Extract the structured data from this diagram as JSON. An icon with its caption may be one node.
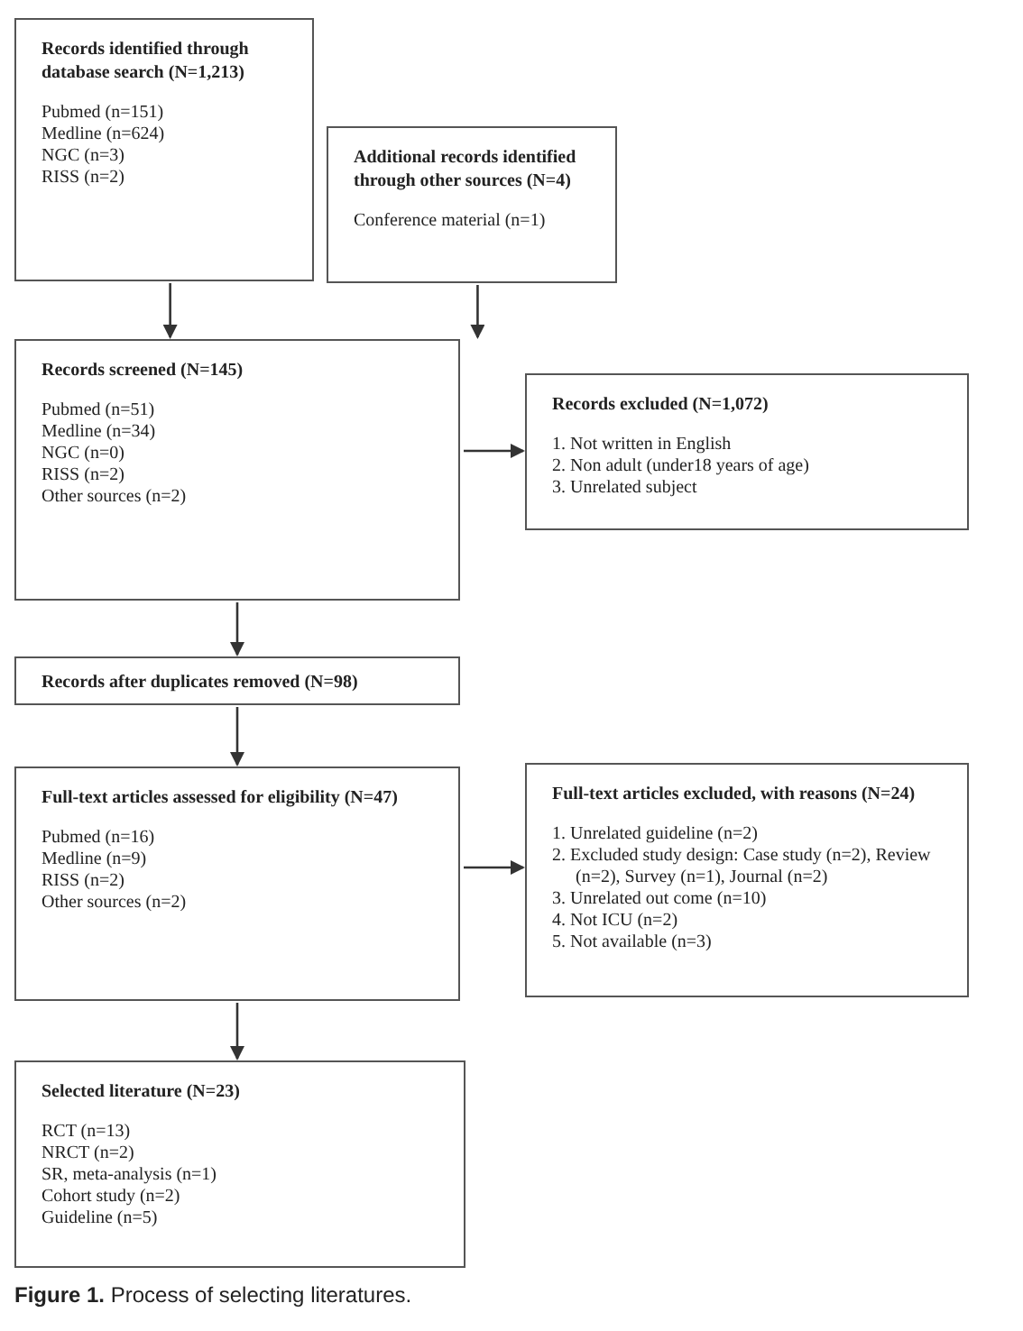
{
  "diagram": {
    "caption": "**Figure 1.** Process of selecting literatures.",
    "nodes": [
      {
        "text": [
          "Records identified through database search (N=1,213)",
          "Pubmed (n=151)",
          "Medline (n=624)",
          "NGC (n=3)",
          "RISS (n=2)"
        ]
      },
      {
        "text": [
          "Additional records identified through other sources (N=4)",
          "Conference material (n=1)"
        ]
      },
      {
        "text": [
          "Records screened (N=145)",
          "Pubmed (n=51)",
          "Medline (n=34)",
          "NGC (n=0)",
          "RISS (n=2)",
          "Other sources (n=2)"
        ]
      },
      {
        "text": [
          "Records excluded (N=1,072)",
          "1. Not written in English",
          "2. Non adult (under18 years of age)",
          "3. Unrelated subject"
        ]
      },
      {
        "text": [
          "Records after duplicates removed (N=98)"
        ]
      },
      {
        "text": [
          "Full-text articles assessed for eligibility (N=47)",
          "Pubmed (n=16)",
          "Medline (n=9)",
          "RISS (n=2)",
          "Other sources (n=2)"
        ]
      },
      {
        "text": [
          "Full-text articles excluded, with reasons (N=24)",
          "1. Unrelated guideline (n=2)",
          "2. Excluded study design: Case study (n=2), Review (n=2), Survey (n=1), Journal (n=2)",
          "3. Unrelated out come (n=10)",
          "4. Not ICU (n=2)",
          "5. Not available (n=3)"
        ]
      },
      {
        "text": [
          "Selected literature (N=23)",
          "RCT (n=13)",
          "NRCT (n=2)",
          "SR, meta-analysis (n=1)",
          "Cohort study (n=2)",
          "Guideline (n=5)"
        ]
      }
    ],
    "edges": [
      {
        "from": 0,
        "to": 2,
        "arrow": "to"
      },
      {
        "from": 1,
        "to": 2,
        "arrow": "to"
      },
      {
        "from": 2,
        "to": 3,
        "arrow": "to"
      },
      {
        "from": 2,
        "to": 4,
        "arrow": "to"
      },
      {
        "from": 4,
        "to": 5,
        "arrow": "to"
      },
      {
        "from": 5,
        "to": 6,
        "arrow": "to"
      },
      {
        "from": 5,
        "to": 7,
        "arrow": "to"
      }
    ]
  }
}
